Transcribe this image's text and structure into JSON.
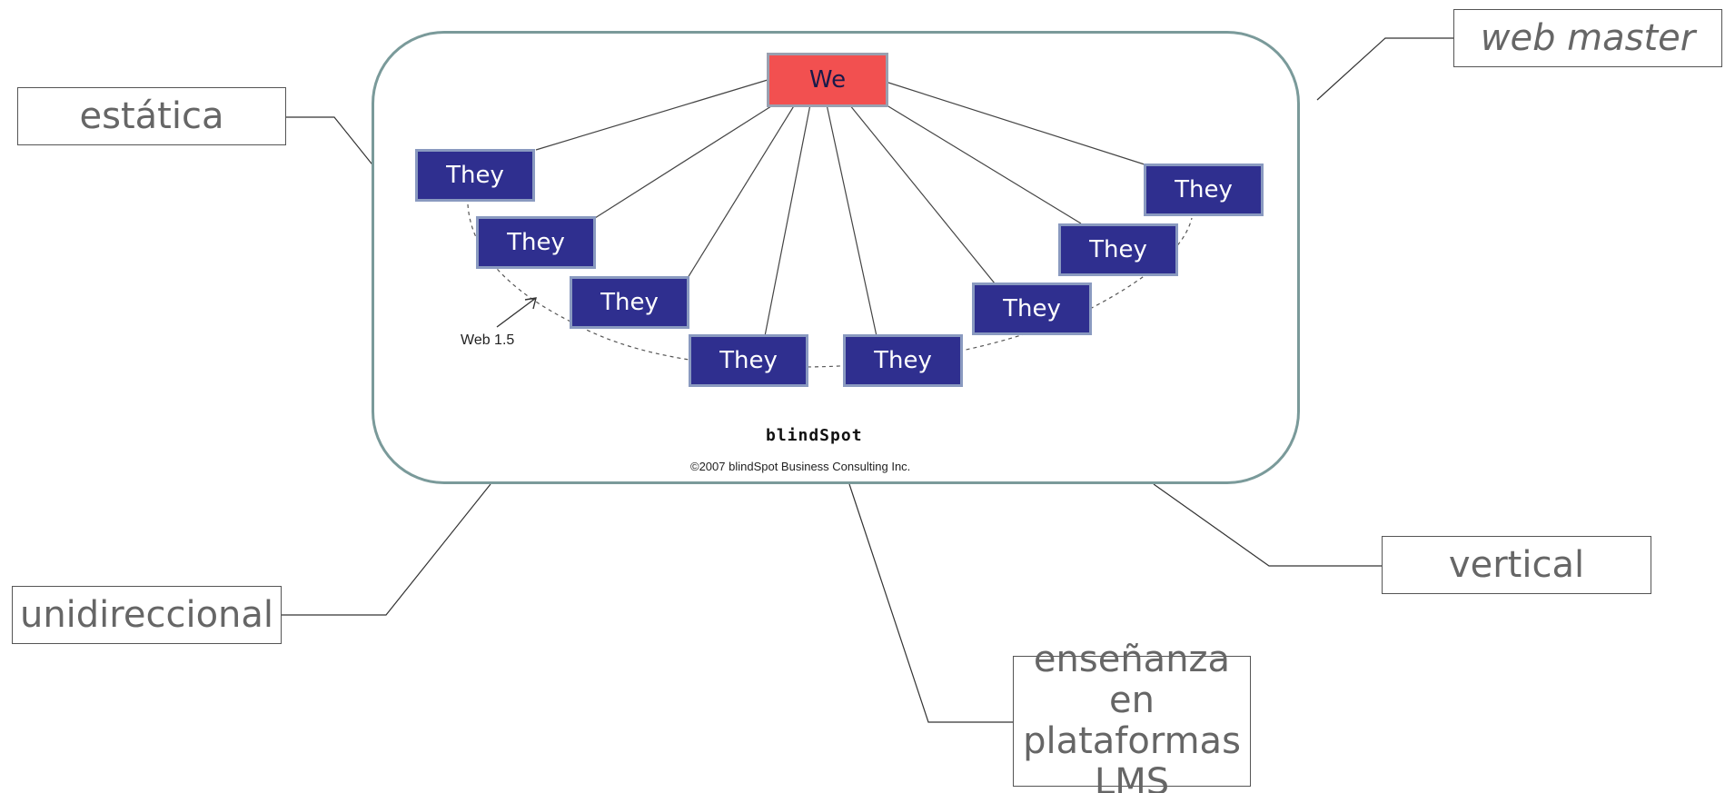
{
  "diagram": {
    "center_node": "We",
    "outer_nodes": [
      "They",
      "They",
      "They",
      "They",
      "They",
      "They",
      "They",
      "They"
    ],
    "annotation": "Web 1.5",
    "logo_text": "blindSpot",
    "copyright": "©2007 blindSpot Business Consulting Inc."
  },
  "callouts": {
    "estatica": "estática",
    "web_master": "web master",
    "unidireccional": "unidireccional",
    "vertical": "vertical",
    "ensenanza": "enseñanza en plataformas LMS"
  },
  "colors": {
    "we_fill": "#f25050",
    "they_fill": "#2f2f8f",
    "frame_border": "#7a9a9a"
  }
}
